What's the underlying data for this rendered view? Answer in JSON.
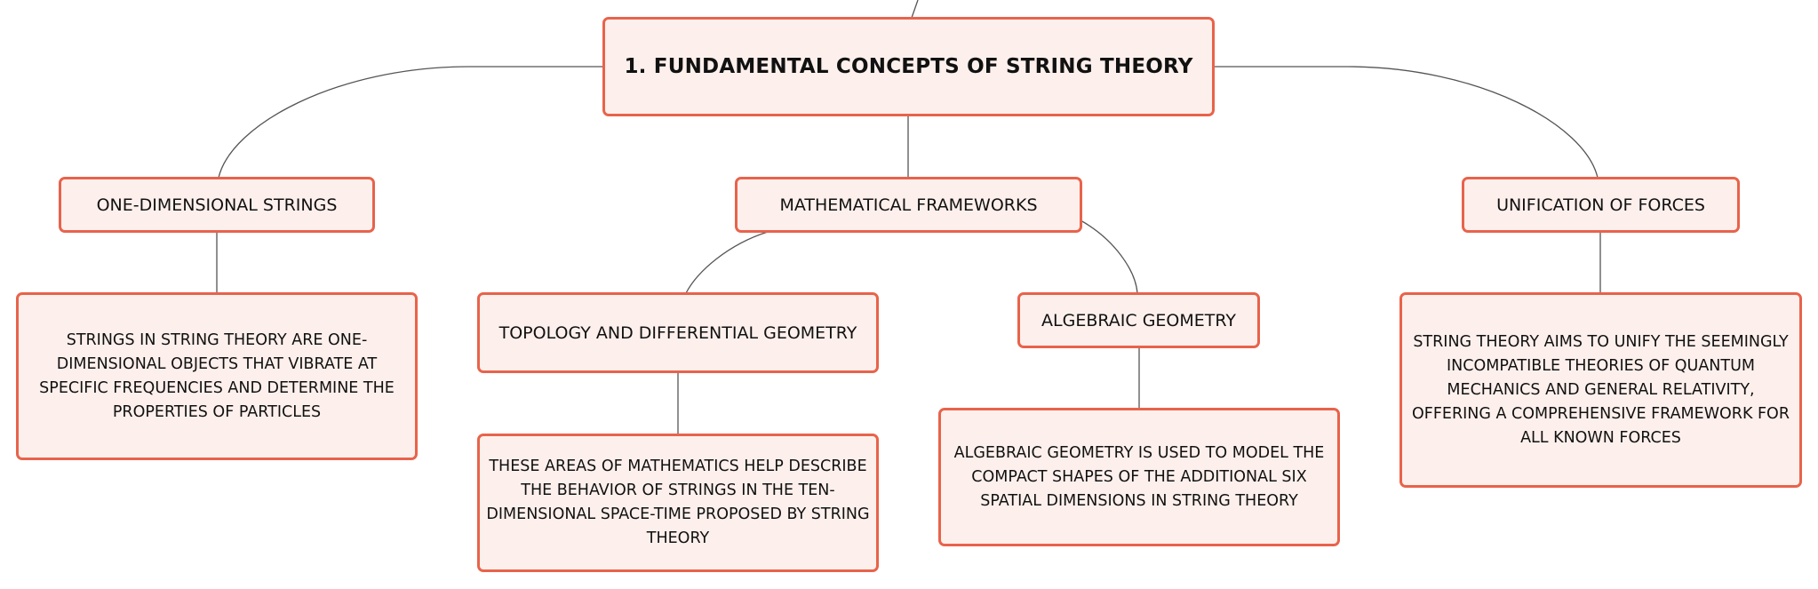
{
  "root": {
    "label": "1. FUNDAMENTAL CONCEPTS OF STRING THEORY"
  },
  "branches": {
    "strings": {
      "label": "ONE-DIMENSIONAL STRINGS",
      "detail": "STRINGS IN STRING THEORY ARE ONE-DIMENSIONAL OBJECTS THAT VIBRATE AT SPECIFIC FREQUENCIES AND DETERMINE THE PROPERTIES OF PARTICLES"
    },
    "frameworks": {
      "label": "MATHEMATICAL FRAMEWORKS",
      "topology": {
        "label": "TOPOLOGY AND DIFFERENTIAL GEOMETRY",
        "detail": "THESE AREAS OF MATHEMATICS HELP DESCRIBE THE BEHAVIOR OF STRINGS IN THE TEN-DIMENSIONAL SPACE-TIME PROPOSED BY STRING THEORY"
      },
      "algebraic": {
        "label": "ALGEBRAIC GEOMETRY",
        "detail": "ALGEBRAIC GEOMETRY IS USED TO MODEL THE COMPACT SHAPES OF THE ADDITIONAL SIX SPATIAL DIMENSIONS IN STRING THEORY"
      }
    },
    "unification": {
      "label": "UNIFICATION OF FORCES",
      "detail": "STRING THEORY AIMS TO UNIFY THE SEEMINGLY INCOMPATIBLE THEORIES OF QUANTUM MECHANICS AND GENERAL RELATIVITY, OFFERING A COMPREHENSIVE FRAMEWORK FOR ALL KNOWN FORCES"
    }
  },
  "colors": {
    "node_border": "#e8634b",
    "node_fill": "#fdf0ec",
    "connector": "#555555"
  }
}
